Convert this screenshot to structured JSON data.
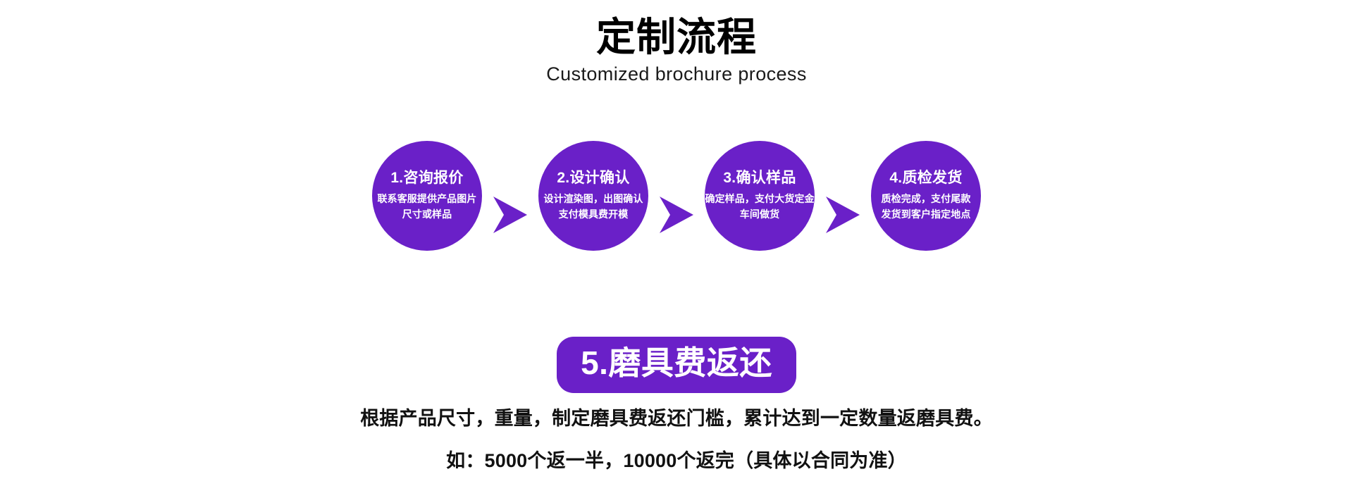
{
  "header": {
    "title": "定制流程",
    "subtitle": "Customized brochure process"
  },
  "colors": {
    "purple": "#6a20c8",
    "text": "#111111",
    "background": "#ffffff"
  },
  "steps": [
    {
      "title": "1.咨询报价",
      "desc_line1": "联系客服提供产品图片",
      "desc_line2": "尺寸或样品"
    },
    {
      "title": "2.设计确认",
      "desc_line1": "设计渲染图，出图确认",
      "desc_line2": "支付模具费开模"
    },
    {
      "title": "3.确认样品",
      "desc_line1": "确定样品，支付大货定金",
      "desc_line2": "车间做货"
    },
    {
      "title": "4.质检发货",
      "desc_line1": "质检完成，支付尾款",
      "desc_line2": "发货到客户指定地点"
    }
  ],
  "arrow_icon": "arrow-right-icon",
  "badge": {
    "label": "5.磨具费返还"
  },
  "notes": [
    "根据产品尺寸，重量，制定磨具费返还门槛，累计达到一定数量返磨具费。",
    "如：5000个返一半，10000个返完（具体以合同为准）"
  ]
}
